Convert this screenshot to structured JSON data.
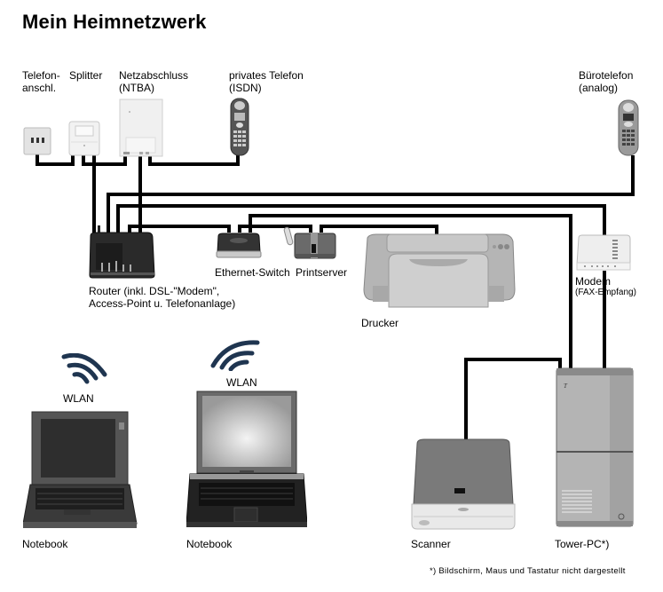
{
  "title": "Mein Heimnetzwerk",
  "colors": {
    "cable": "#000000",
    "wlan_icon": "#1f3550",
    "background": "#ffffff"
  },
  "devices": {
    "telefonanschluss": {
      "label_line1": "Telefon-",
      "label_line2": "anschl."
    },
    "splitter": {
      "label": "Splitter"
    },
    "ntba": {
      "label_line1": "Netzabschluss",
      "label_line2": "(NTBA)"
    },
    "isdn_phone": {
      "label_line1": "privates Telefon",
      "label_line2": "(ISDN)"
    },
    "office_phone": {
      "label_line1": "Bürotelefon",
      "label_line2": "(analog)"
    },
    "router": {
      "label_line1": "Router (inkl. DSL-\"Modem\",",
      "label_line2": "Access-Point u. Telefonanlage)"
    },
    "switch": {
      "label": "Ethernet-Switch"
    },
    "printserver": {
      "label": "Printserver"
    },
    "printer": {
      "label": "Drucker"
    },
    "modem": {
      "label_line1": "Modem",
      "label_line2": "(FAX-Empfang)"
    },
    "notebook1": {
      "label": "Notebook",
      "wlan_label": "WLAN"
    },
    "notebook2": {
      "label": "Notebook",
      "wlan_label": "WLAN"
    },
    "scanner": {
      "label": "Scanner"
    },
    "tower_pc": {
      "label": "Tower-PC*)"
    }
  },
  "footnote": "*) Bildschirm, Maus und Tastatur nicht dargestellt"
}
